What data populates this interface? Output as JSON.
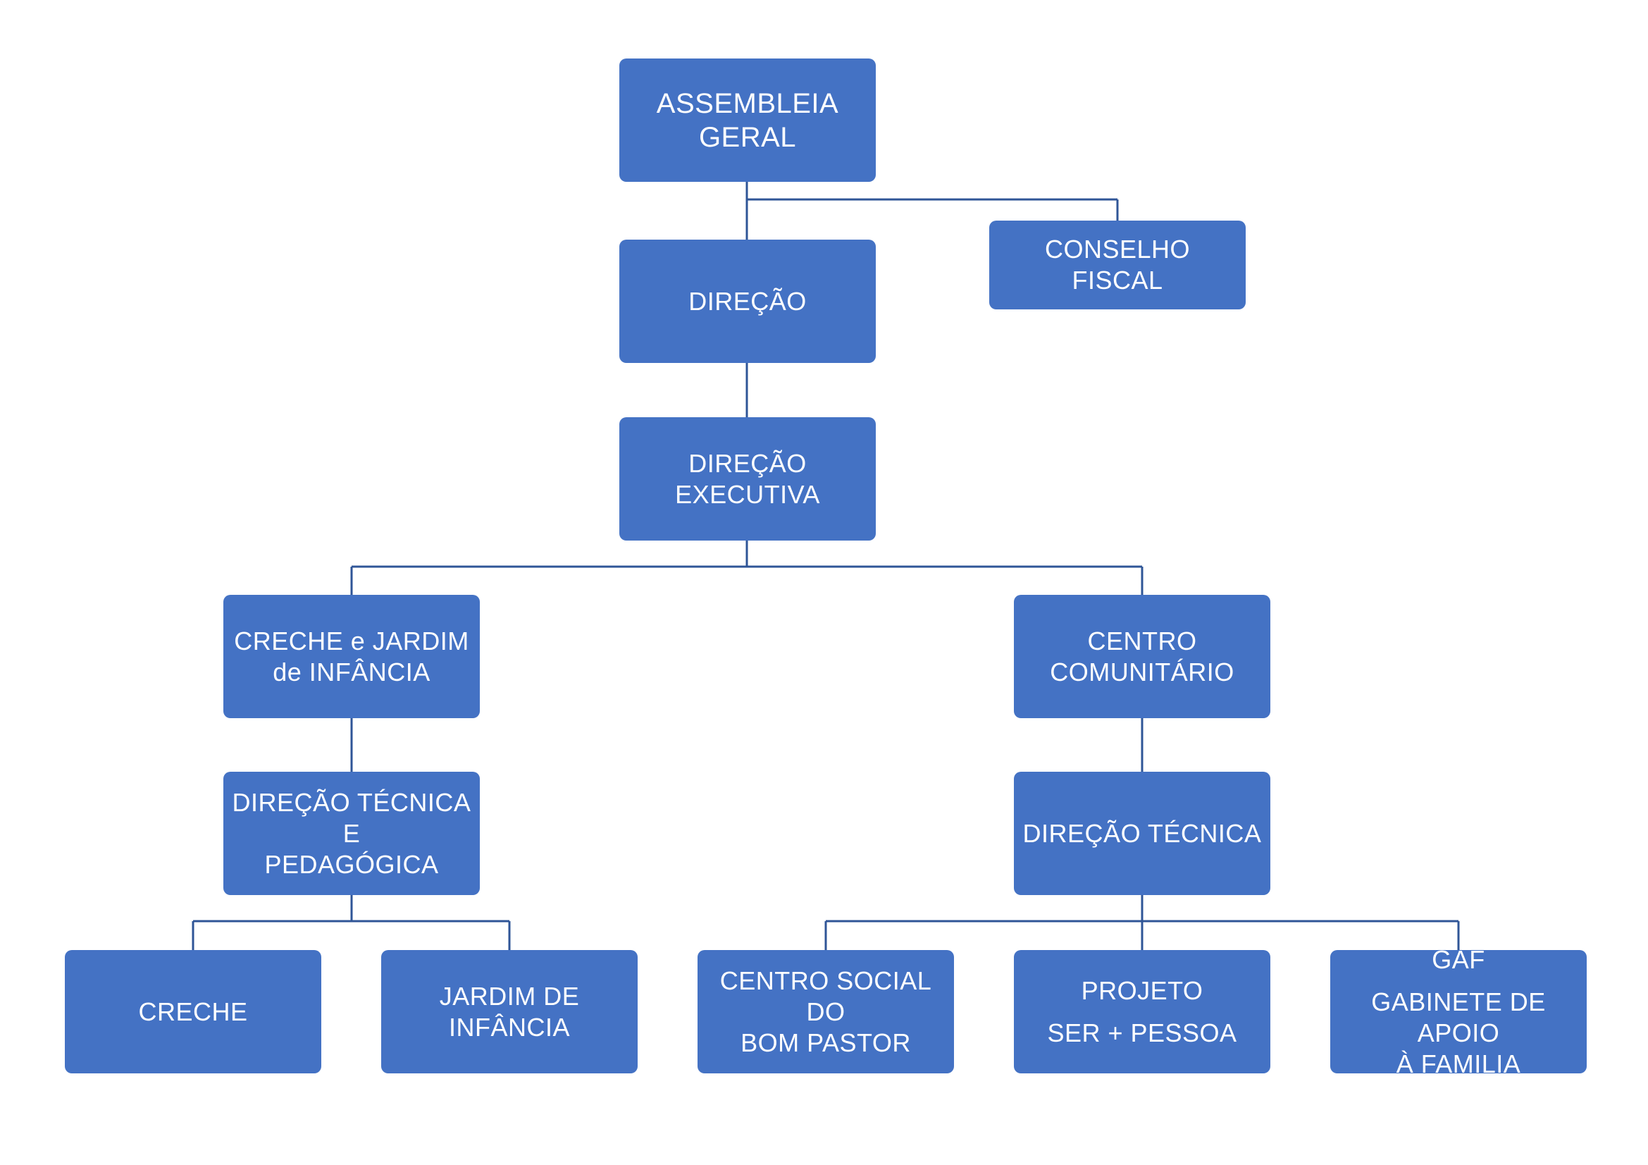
{
  "diagram": {
    "assembleia": {
      "line1": "ASSEMBLEIA",
      "line2": "GERAL"
    },
    "conselho_fiscal": {
      "label": "CONSELHO FISCAL"
    },
    "direcao": {
      "label": "DIREÇÃO"
    },
    "direcao_executiva": {
      "label": "DIREÇÃO EXECUTIVA"
    },
    "creche_jardim": {
      "line1": "CRECHE e JARDIM",
      "line2": "de INFÂNCIA"
    },
    "centro_comunitario": {
      "line1": "CENTRO",
      "line2": "COMUNITÁRIO"
    },
    "direcao_tecnica_pedagogica": {
      "line1": "DIREÇÃO TÉCNICA E",
      "line2": "PEDAGÓGICA"
    },
    "direcao_tecnica": {
      "label": "DIREÇÃO TÉCNICA"
    },
    "creche": {
      "label": "CRECHE"
    },
    "jardim_infancia": {
      "line1": "JARDIM DE",
      "line2": "INFÂNCIA"
    },
    "centro_social": {
      "line1": "CENTRO SOCIAL DO",
      "line2": "BOM PASTOR"
    },
    "projeto": {
      "line1": "PROJETO",
      "line2": "SER + PESSOA"
    },
    "gaf": {
      "line1": "GAF",
      "line2": "GABINETE DE APOIO",
      "line3": "À FAMILIA"
    }
  },
  "colors": {
    "box_fill": "#4472c4",
    "connector": "#2f5597",
    "text": "#ffffff"
  }
}
